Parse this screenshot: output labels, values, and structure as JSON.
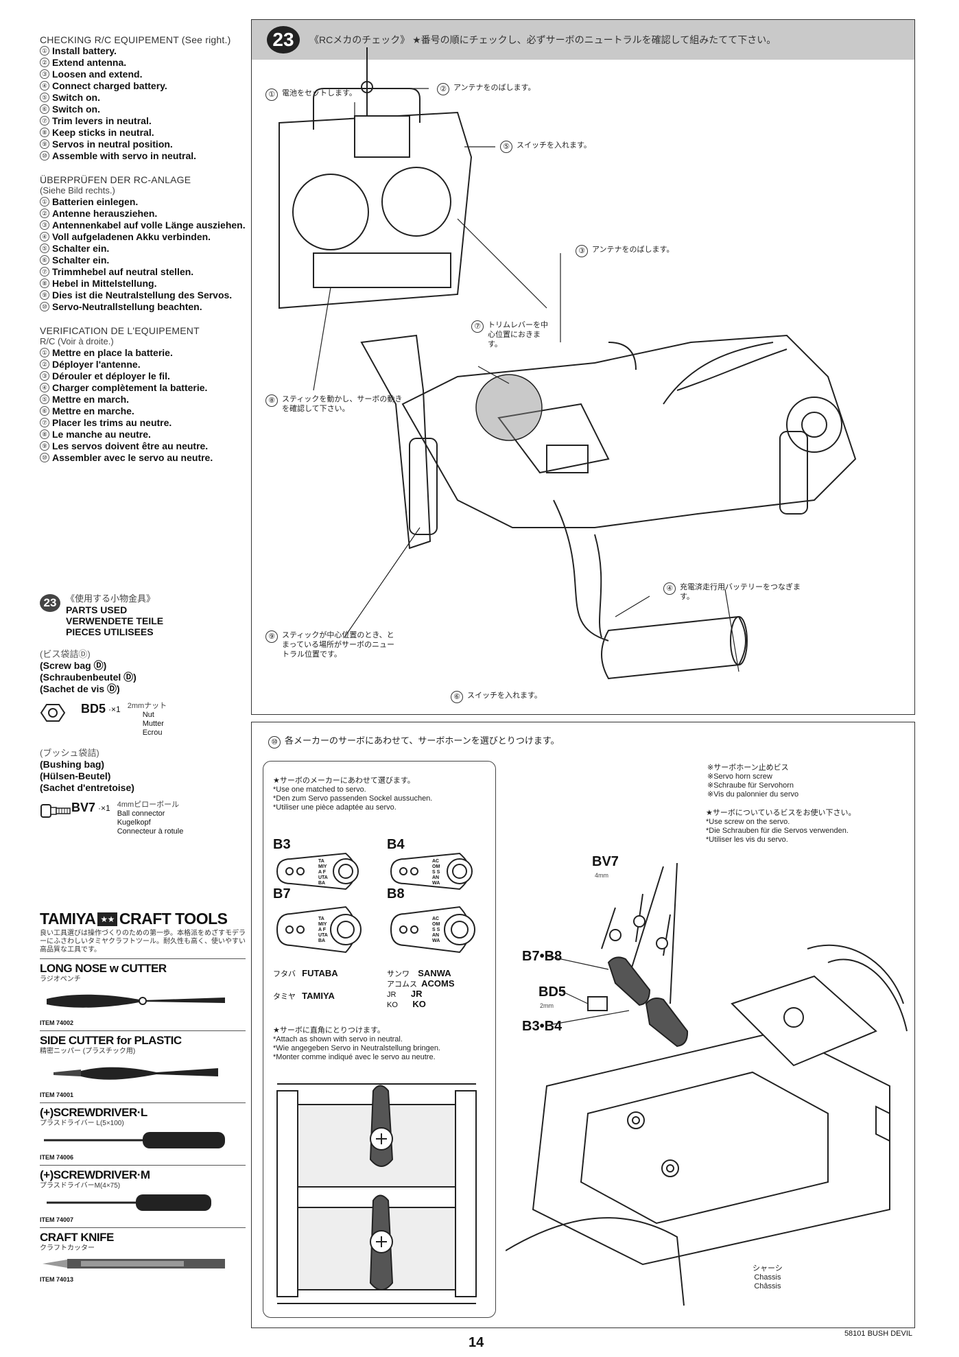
{
  "checking_en": {
    "title": "CHECKING R/C EQUIPEMENT (See right.)",
    "steps": [
      "Install battery.",
      "Extend antenna.",
      "Loosen and extend.",
      "Connect charged battery.",
      "Switch on.",
      "Switch on.",
      "Trim levers in neutral.",
      "Keep sticks in neutral.",
      "Servos in neutral position.",
      "Assemble with servo in neutral."
    ]
  },
  "checking_de": {
    "title": "ÜBERPRÜFEN DER RC-ANLAGE",
    "sub": "(Siehe Bild rechts.)",
    "steps": [
      "Batterien einlegen.",
      "Antenne herausziehen.",
      "Antennenkabel auf volle Länge ausziehen.",
      "Voll aufgeladenen Akku verbinden.",
      "Schalter ein.",
      "Schalter ein.",
      "Trimmhebel auf neutral stellen.",
      "Hebel in Mittelstellung.",
      "Dies ist die Neutralstellung des Servos.",
      "Servo-Neutrallstellung beachten."
    ]
  },
  "checking_fr": {
    "title": "VERIFICATION DE L'EQUIPEMENT",
    "sub": "R/C (Voir à droite.)",
    "steps": [
      "Mettre en place la batterie.",
      "Déployer l'antenne.",
      "Dérouler et déployer le fil.",
      "Charger complètement la batterie.",
      "Mettre en march.",
      "Mettre en marche.",
      "Placer les trims au neutre.",
      "Le manche au neutre.",
      "Les servos doivent être au neutre.",
      "Assembler avec le servo au neutre."
    ]
  },
  "step_numerals": [
    "①",
    "②",
    "③",
    "④",
    "⑤",
    "⑥",
    "⑦",
    "⑧",
    "⑨",
    "⑩"
  ],
  "parts": {
    "badge": "23",
    "jp": "《使用する小物金具》",
    "en": "PARTS USED",
    "de": "VERWENDETE TEILE",
    "fr": "PIECES UTILISEES",
    "bag1_jp": "(ビス袋詰Ⓓ)",
    "bag1": [
      "(Screw bag Ⓓ)",
      "(Schraubenbeutel Ⓓ)",
      "(Sachet de vis Ⓓ)"
    ],
    "bd5": {
      "name": "BD5",
      "qty": "·×1",
      "size": "2mmナット",
      "desc": [
        "Nut",
        "Mutter",
        "Ecrou"
      ]
    },
    "bag2_jp": "(ブッシュ袋詰)",
    "bag2": [
      "(Bushing bag)",
      "(Hülsen-Beutel)",
      "(Sachet d'entretoise)"
    ],
    "bv7": {
      "name": "BV7",
      "qty": "·×1",
      "size": "4mmピローボール",
      "desc": [
        "Ball connector",
        "Kugelkopf",
        "Connecteur à rotule"
      ]
    }
  },
  "tools": {
    "brand_left": "TAMIYA",
    "brand_right": "CRAFT TOOLS",
    "blurb": "良い工具選びは操作づくりのための第一歩。本格派をめざすモデラーにふさわしいタミヤクラフトツール。耐久性も高く、使いやすい高品質な工具です。",
    "items": [
      {
        "name": "LONG NOSE w CUTTER",
        "jp": "ラジオペンチ",
        "item": "ITEM 74002"
      },
      {
        "name": "SIDE CUTTER for PLASTIC",
        "jp": "精密ニッパー (プラスチック用)",
        "item": "ITEM 74001"
      },
      {
        "name": "(+)SCREWDRIVER·L",
        "jp": "プラスドライバー L(5×100)",
        "item": "ITEM 74006"
      },
      {
        "name": "(+)SCREWDRIVER·M",
        "jp": "プラスドライバーM(4×75)",
        "item": "ITEM 74007"
      },
      {
        "name": "CRAFT KNIFE",
        "jp": "クラフトカッター",
        "item": "ITEM 74013"
      }
    ]
  },
  "step23": {
    "num": "23",
    "title": "《RCメカのチェック》 ★番号の順にチェックし、必ずサーボのニュートラルを確認して組みたてて下さい。",
    "callouts": {
      "c1": "電池をセットします。",
      "c2": "アンテナをのばします。",
      "c3": "アンテナをのばします。",
      "c4": "充電済走行用バッテリーをつなぎます。",
      "c5": "スイッチを入れます。",
      "c6": "スイッチを入れます。",
      "c7": "トリムレバーを中心位置におきます。",
      "c8": "スティックを動かし、サーボの動きを確認して下さい。",
      "c9": "スティックが中心位置のとき、とまっている場所がサーボのニュートラル位置です。"
    }
  },
  "step10": {
    "num": "⑩",
    "title": "各メーカーのサーボにあわせて、サーボホーンを選びとりつけます。",
    "box": {
      "jp": "★サーボのメーカーにあわせて選びます。",
      "lines": [
        "*Use one matched to servo.",
        "*Den zum Servo passenden Sockel aussuchen.",
        "*Utiliser une pièce adaptée au servo."
      ],
      "b3": "B3",
      "b4": "B4",
      "b7": "B7",
      "b8": "B8",
      "horn_left": "TAMIYA FUTABA",
      "horn_right": "ACOMS SANWA",
      "brands": [
        {
          "jp": "フタバ",
          "en": "FUTABA"
        },
        {
          "jp": "タミヤ",
          "en": "TAMIYA"
        },
        {
          "jp": "サンワ",
          "en": "SANWA"
        },
        {
          "jp": "アコムス",
          "en": "ACOMS"
        },
        {
          "jp": "JR",
          "en": "JR"
        },
        {
          "jp": "KO",
          "en": "KO"
        }
      ],
      "attach_jp": "★サーボに直角にとりつけます。",
      "attach": [
        "*Attach as shown with servo in neutral.",
        "*Wie angegeben Servo in Neutralstellung bringen.",
        "*Monter comme indiqué avec le servo au neutre."
      ]
    },
    "horn_screw": [
      "※サーボホーン止めビス",
      "※Servo horn screw",
      "※Schraube für Servohorn",
      "※Vis du palonnier du servo"
    ],
    "use_screw": [
      "★サーボについているビスをお使い下さい。",
      "*Use screw on the servo.",
      "*Die Schrauben für die Servos verwenden.",
      "*Utiliser les vis du servo."
    ],
    "bv7": "BV7",
    "bv7_size": "4mm",
    "b7b8": "B7•B8",
    "bd5": "BD5",
    "bd5_size": "2mm",
    "b3b4": "B3•B4",
    "chassis": [
      "シャーシ",
      "Chassis",
      "Châssis"
    ]
  },
  "page": {
    "number": "14",
    "code": "58101 BUSH DEVIL"
  }
}
